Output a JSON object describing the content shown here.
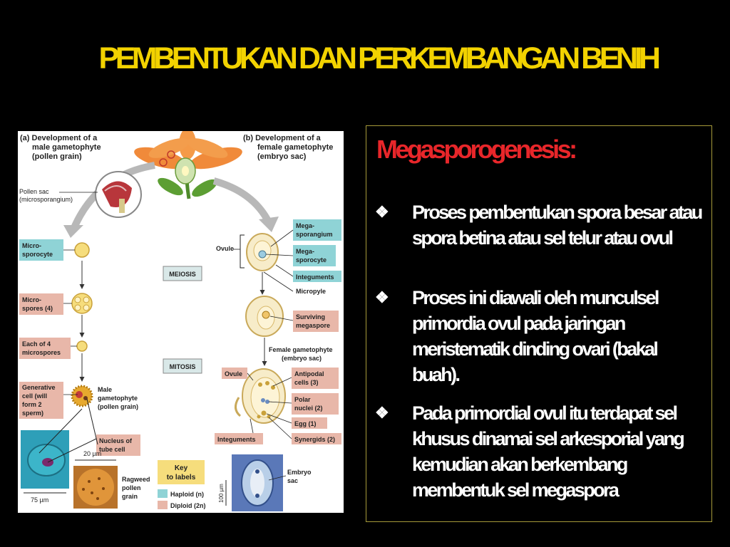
{
  "slide": {
    "title": "PEMBENTUKAN DAN PERKEMBANGAN BENIH"
  },
  "textbox": {
    "heading": "Megasporogenesis:",
    "bullet_icon": "diamond-bullet-icon",
    "bullets": [
      "Proses pembentukan spora besar atau spora betina atau sel telur atau ovul",
      "Proses ini diawali oleh munculsel primordia ovul pada jaringan meristematik dinding ovari (bakal buah).",
      "Pada primordial ovul itu terdapat sel khusus dinamai sel arkesporial yang kemudian akan berkembang membentuk sel megaspora"
    ]
  },
  "figure": {
    "male_title": [
      "(a) Development of a",
      "male gametophyte",
      "(pollen grain)"
    ],
    "female_title": [
      "(b) Development of a",
      "female gametophyte",
      "(embryo sac)"
    ],
    "pollen_sac": [
      "Pollen sac",
      "(microsporangium)"
    ],
    "microsporocyte": [
      "Micro-",
      "sporocyte"
    ],
    "microspores": [
      "Micro-",
      "spores (4)"
    ],
    "each_microspores": [
      "Each of 4",
      "microspores"
    ],
    "generative_cell": [
      "Generative",
      "cell (will",
      "form 2",
      "sperm)"
    ],
    "male_gametophyte": [
      "Male",
      "gametophyte",
      "(pollen grain)"
    ],
    "nucleus_tube": [
      "Nucleus of",
      "tube cell"
    ],
    "meiosis": "MEIOSIS",
    "mitosis": "MITOSIS",
    "ovule": "Ovule",
    "ovule2": "Ovule",
    "megasporangium": [
      "Mega-",
      "sporangium"
    ],
    "megasporocyte": [
      "Mega-",
      "sporocyte"
    ],
    "integuments": "Integuments",
    "integuments2": "Integuments",
    "micropyle": "Micropyle",
    "surviving": [
      "Surviving",
      "megaspore"
    ],
    "female_gametophyte": [
      "Female gametophyte",
      "(embryo sac)"
    ],
    "antipodal": [
      "Antipodal",
      "cells (3)"
    ],
    "polar": [
      "Polar",
      "nuclei (2)"
    ],
    "egg": "Egg (1)",
    "synergids": "Synergids (2)",
    "scale_20": "20 µm",
    "scale_75": "75 µm",
    "scale_100": "100 µm",
    "ragweed": [
      "Ragweed",
      "pollen",
      "grain"
    ],
    "key_title": [
      "Key",
      "to labels"
    ],
    "key_haploid": "Haploid (n)",
    "key_diploid": "Diploid (2n)",
    "embryo_sac": [
      "Embryo",
      "sac"
    ],
    "colors": {
      "haploid": "#8fd3d6",
      "diploid": "#e8b7a9"
    }
  }
}
